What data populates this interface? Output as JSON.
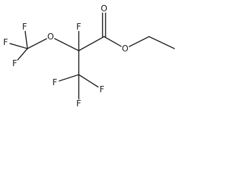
{
  "molecule": {
    "atoms": [
      {
        "id": "f1",
        "element": "F",
        "label": "F"
      },
      {
        "id": "f2",
        "element": "F",
        "label": "F"
      },
      {
        "id": "f3",
        "element": "F",
        "label": "F"
      },
      {
        "id": "c_cf3o",
        "element": "C",
        "label": ""
      },
      {
        "id": "o_ether",
        "element": "O",
        "label": "O"
      },
      {
        "id": "c_alpha",
        "element": "C",
        "label": ""
      },
      {
        "id": "f_alpha",
        "element": "F",
        "label": "F"
      },
      {
        "id": "c_carbonyl",
        "element": "C",
        "label": ""
      },
      {
        "id": "o_carbonyl",
        "element": "O",
        "label": "O"
      },
      {
        "id": "o_ester",
        "element": "O",
        "label": "O"
      },
      {
        "id": "c_ethyl1",
        "element": "C",
        "label": ""
      },
      {
        "id": "c_ethyl2",
        "element": "C",
        "label": ""
      },
      {
        "id": "c_cf3",
        "element": "C",
        "label": ""
      },
      {
        "id": "f4",
        "element": "F",
        "label": "F"
      },
      {
        "id": "f5",
        "element": "F",
        "label": "F"
      },
      {
        "id": "f6",
        "element": "F",
        "label": "F"
      }
    ],
    "bonds": [
      {
        "from": "f1",
        "to": "c_cf3o",
        "order": 1
      },
      {
        "from": "f2",
        "to": "c_cf3o",
        "order": 1
      },
      {
        "from": "f3",
        "to": "c_cf3o",
        "order": 1
      },
      {
        "from": "c_cf3o",
        "to": "o_ether",
        "order": 1
      },
      {
        "from": "o_ether",
        "to": "c_alpha",
        "order": 1
      },
      {
        "from": "c_alpha",
        "to": "f_alpha",
        "order": 1
      },
      {
        "from": "c_alpha",
        "to": "c_carbonyl",
        "order": 1
      },
      {
        "from": "c_carbonyl",
        "to": "o_carbonyl",
        "order": 2
      },
      {
        "from": "c_carbonyl",
        "to": "o_ester",
        "order": 1
      },
      {
        "from": "o_ester",
        "to": "c_ethyl1",
        "order": 1
      },
      {
        "from": "c_ethyl1",
        "to": "c_ethyl2",
        "order": 1
      },
      {
        "from": "c_alpha",
        "to": "c_cf3",
        "order": 1
      },
      {
        "from": "c_cf3",
        "to": "f4",
        "order": 1
      },
      {
        "from": "c_cf3",
        "to": "f5",
        "order": 1
      },
      {
        "from": "c_cf3",
        "to": "f6",
        "order": 1
      }
    ]
  }
}
